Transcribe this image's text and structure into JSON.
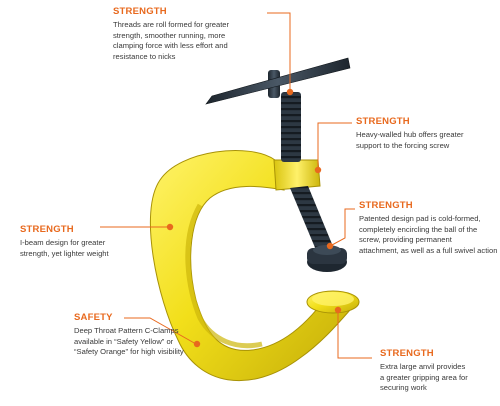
{
  "callouts": {
    "threads": {
      "heading": "STRENGTH",
      "lines": [
        "Threads are roll formed for greater",
        "strength, smoother running, more",
        "clamping force with less effort and",
        "resistance to nicks"
      ]
    },
    "hub": {
      "heading": "STRENGTH",
      "lines": [
        "Heavy-walled hub offers greater",
        "support  to the forcing screw"
      ]
    },
    "pad": {
      "heading": "STRENGTH",
      "lines": [
        "Patented design pad is cold-formed,",
        "completely encircling the ball of the",
        "screw, providing permanent",
        "attachment, as well as a full swivel action"
      ]
    },
    "ibeam": {
      "heading": "STRENGTH",
      "lines": [
        "I-beam design for greater",
        "strength, yet lighter weight"
      ]
    },
    "safety": {
      "heading": "SAFETY",
      "lines": [
        "Deep Throat Pattern C-Clamps",
        "available in “Safety Yellow” or",
        "“Safety Orange” for high visibility"
      ]
    },
    "anvil": {
      "heading": "STRENGTH",
      "lines": [
        "Extra large anvil provides",
        "a greater gripping area for",
        "securing work"
      ]
    }
  },
  "colors": {
    "accent": "#e8691e",
    "clamp_yellow": "#f2df1a",
    "clamp_shadow": "#c8b40d",
    "screw_dark": "#2b3540",
    "text": "#3a3a3a"
  }
}
